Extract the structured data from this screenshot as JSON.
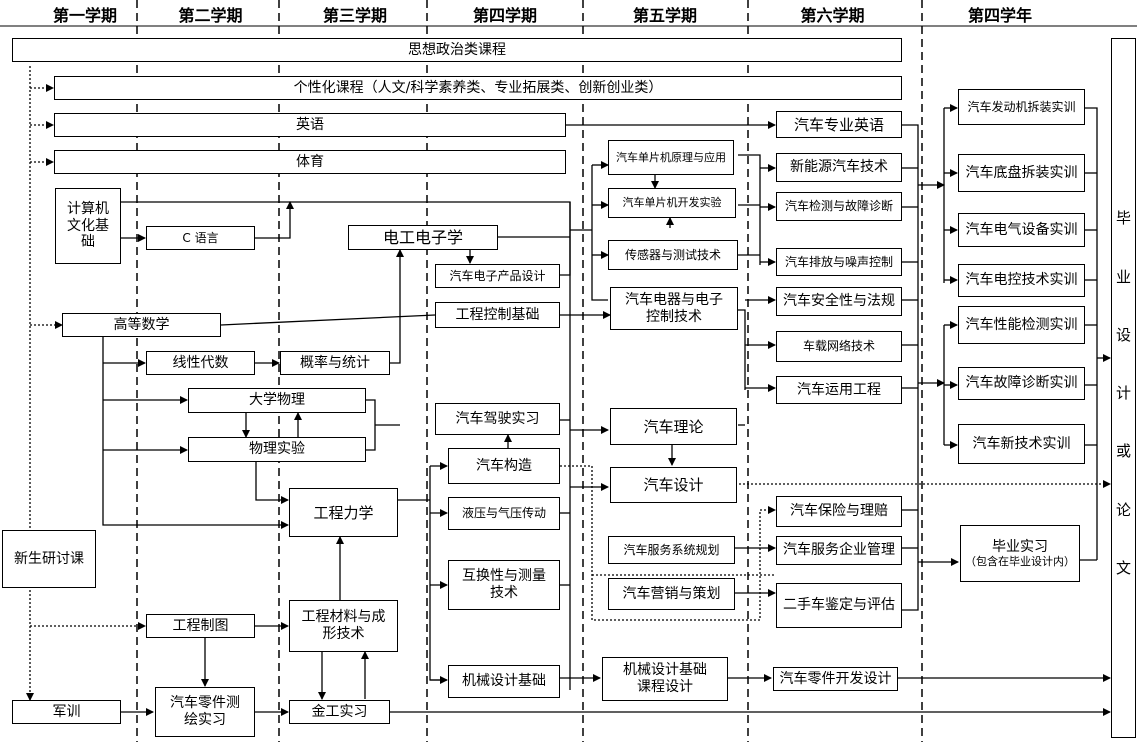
{
  "semesters": [
    "第一学期",
    "第二学期",
    "第三学期",
    "第四学期",
    "第五学期",
    "第六学期",
    "第四学年"
  ],
  "courses": {
    "politics": "思想政治类课程",
    "personalized": "个性化课程（人文/科学素养类、专业拓展类、创新创业类）",
    "english": "英语",
    "pe": "体育",
    "computer": "计算机文化基础",
    "c_lang": "C 语言",
    "electrical": "电工电子学",
    "auto_elec_design": "汽车电子产品设计",
    "advanced_math": "高等数学",
    "linear_algebra": "线性代数",
    "probability": "概率与统计",
    "college_physics": "大学物理",
    "physics_lab": "物理实验",
    "eng_control": "工程控制基础",
    "driving_practice": "汽车驾驶实习",
    "auto_structure": "汽车构造",
    "eng_mechanics": "工程力学",
    "hydraulics": "液压与气压传动",
    "tolerance": "互换性与测量技术",
    "eng_drawing": "工程制图",
    "eng_materials": "工程材料与成形技术",
    "mech_design": "机械设计基础",
    "mech_design_course": "机械设计基础课程设计",
    "military": "军训",
    "parts_survey": "汽车零件测绘实习",
    "metalwork": "金工实习",
    "freshman_seminar": "新生研讨课",
    "mcu_principle": "汽车单片机原理与应用",
    "mcu_dev": "汽车单片机开发实验",
    "sensors": "传感器与测试技术",
    "auto_electrical_control": "汽车电器与电子控制技术",
    "auto_theory": "汽车理论",
    "auto_design": "汽车设计",
    "service_planning": "汽车服务系统规划",
    "marketing": "汽车营销与策划",
    "auto_english": "汽车专业英语",
    "new_energy": "新能源汽车技术",
    "diagnosis": "汽车检测与故障诊断",
    "emission": "汽车排放与噪声控制",
    "safety": "汽车安全性与法规",
    "network": "车载网络技术",
    "operation": "汽车运用工程",
    "insurance": "汽车保险与理赔",
    "service_mgmt": "汽车服务企业管理",
    "used_car": "二手车鉴定与评估",
    "parts_dev": "汽车零件开发设计",
    "engine_lab": "汽车发动机拆装实训",
    "chassis_lab": "汽车底盘拆装实训",
    "elec_equip_lab": "汽车电气设备实训",
    "ecu_lab": "汽车电控技术实训",
    "perf_lab": "汽车性能检测实训",
    "fault_lab": "汽车故障诊断实训",
    "newtech_lab": "汽车新技术实训",
    "internship": "毕业实习",
    "internship_note": "（包含在毕业设计内）",
    "thesis_chars": [
      "毕",
      "业",
      "设",
      "计",
      "或",
      "论",
      "文"
    ]
  }
}
